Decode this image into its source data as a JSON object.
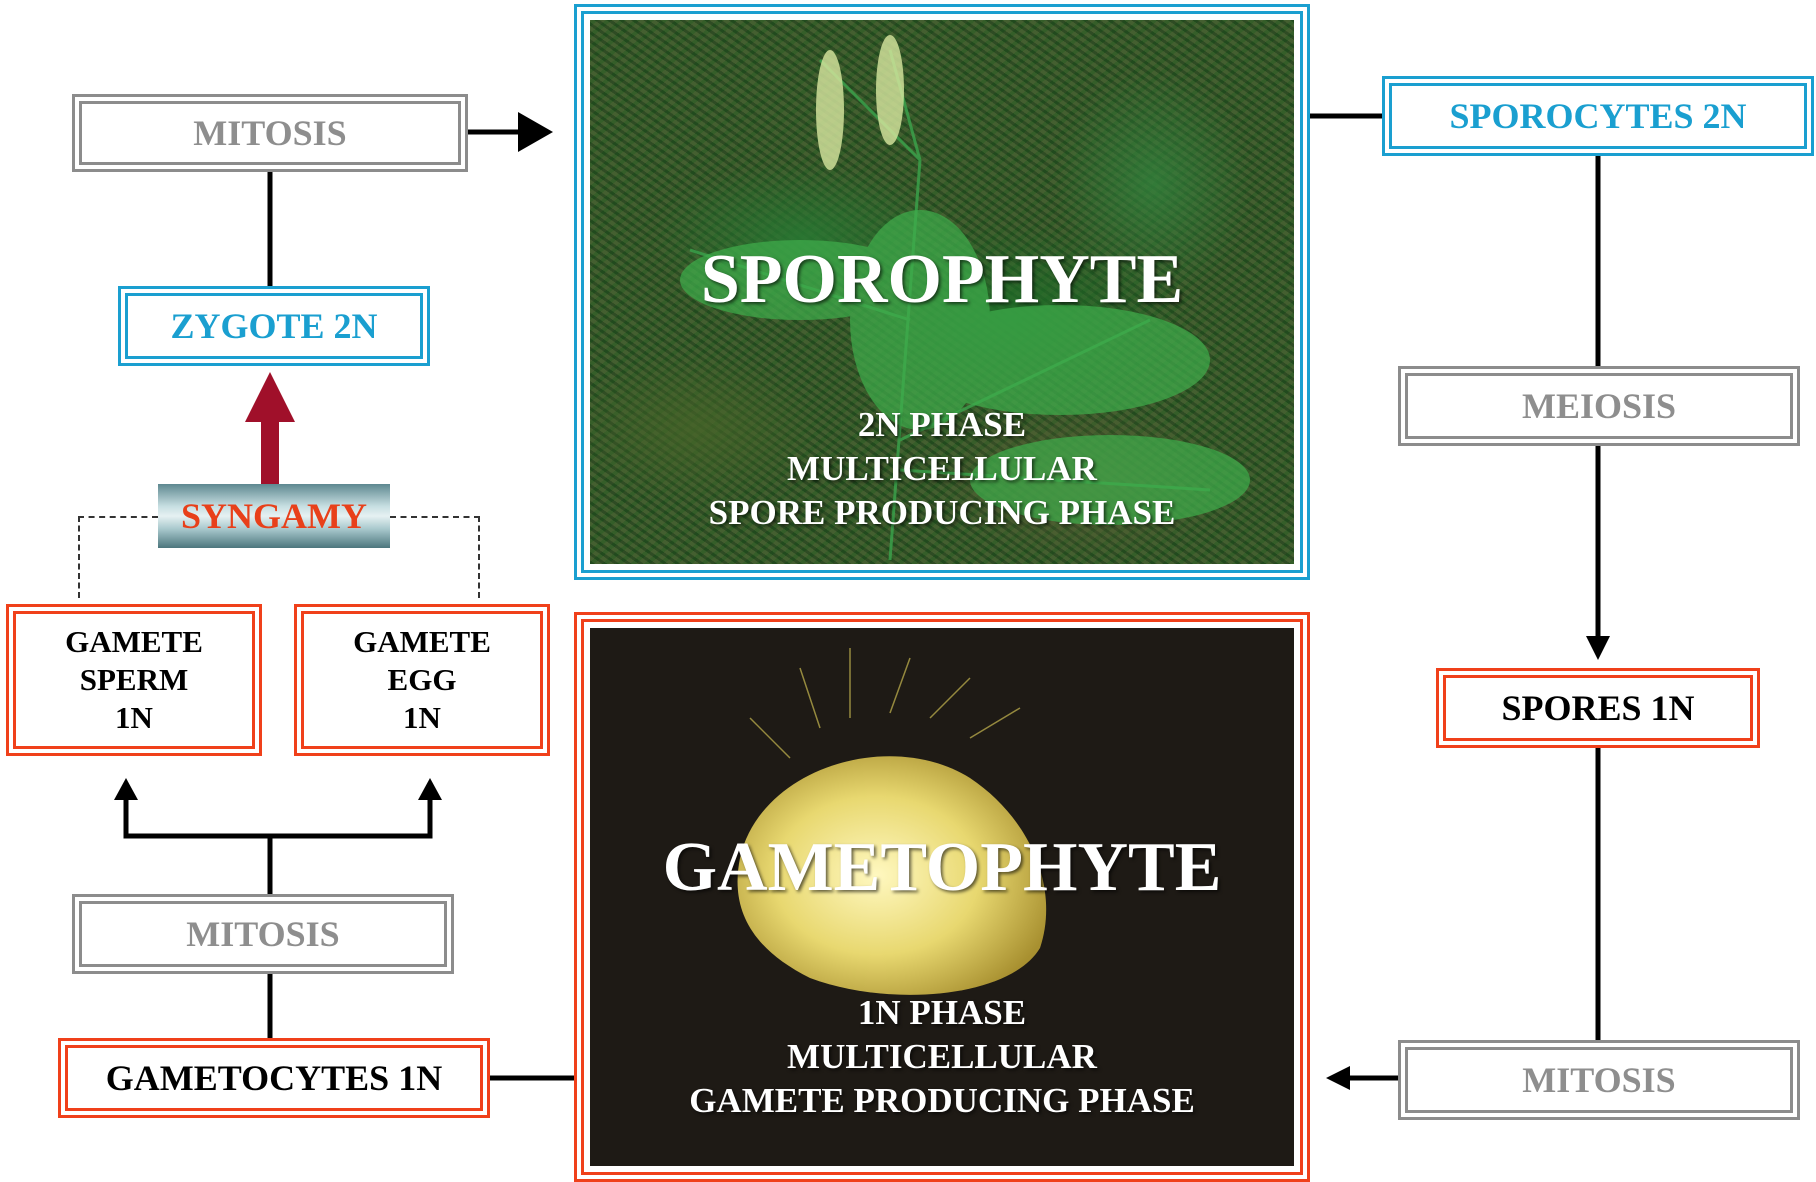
{
  "sporophyte": {
    "title": "SPOROPHYTE",
    "line1": "2N PHASE",
    "line2": "MULTICELLULAR",
    "line3": "SPORE PRODUCING PHASE"
  },
  "gametophyte": {
    "title": "GAMETOPHYTE",
    "line1": "1N PHASE",
    "line2": "MULTICELLULAR",
    "line3": "GAMETE PRODUCING PHASE"
  },
  "labels": {
    "mitosis_top": "MITOSIS",
    "zygote": "ZYGOTE 2N",
    "syngamy": "SYNGAMY",
    "sperm_1": "GAMETE",
    "sperm_2": "SPERM",
    "sperm_3": "1N",
    "egg_1": "GAMETE",
    "egg_2": "EGG",
    "egg_3": "1N",
    "mitosis_left": "MITOSIS",
    "gametocytes": "GAMETOCYTES 1N",
    "sporocytes": "SPOROCYTES 2N",
    "meiosis": "MEIOSIS",
    "spores": "SPORES 1N",
    "mitosis_right": "MITOSIS"
  },
  "colors": {
    "diploid_frame": "#1a9fd0",
    "haploid_frame": "#f0401a",
    "process_frame": "#8c8c8c",
    "syngamy_arrow": "#a0102a"
  }
}
